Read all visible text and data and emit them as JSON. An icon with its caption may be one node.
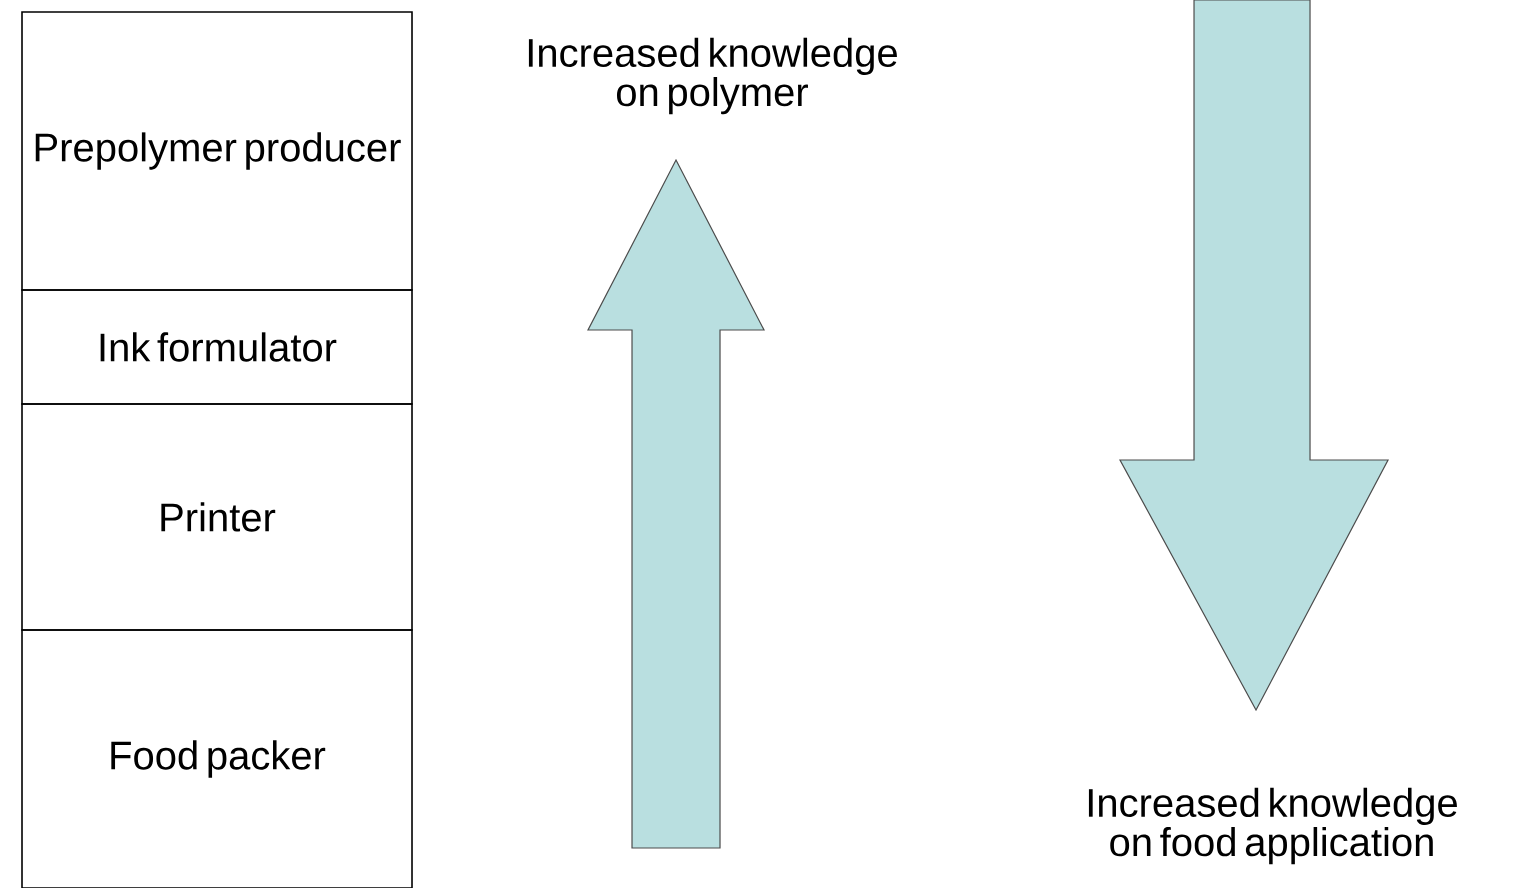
{
  "diagram": {
    "nodes": [
      {
        "text": [
          "Prepolymer producer"
        ]
      },
      {
        "text": [
          "Ink formulator"
        ]
      },
      {
        "text": [
          "Printer"
        ]
      },
      {
        "text": [
          "Food packer"
        ]
      }
    ],
    "labels": [
      "Increased knowledge on polymer",
      "Increased knowledge on food application"
    ]
  }
}
